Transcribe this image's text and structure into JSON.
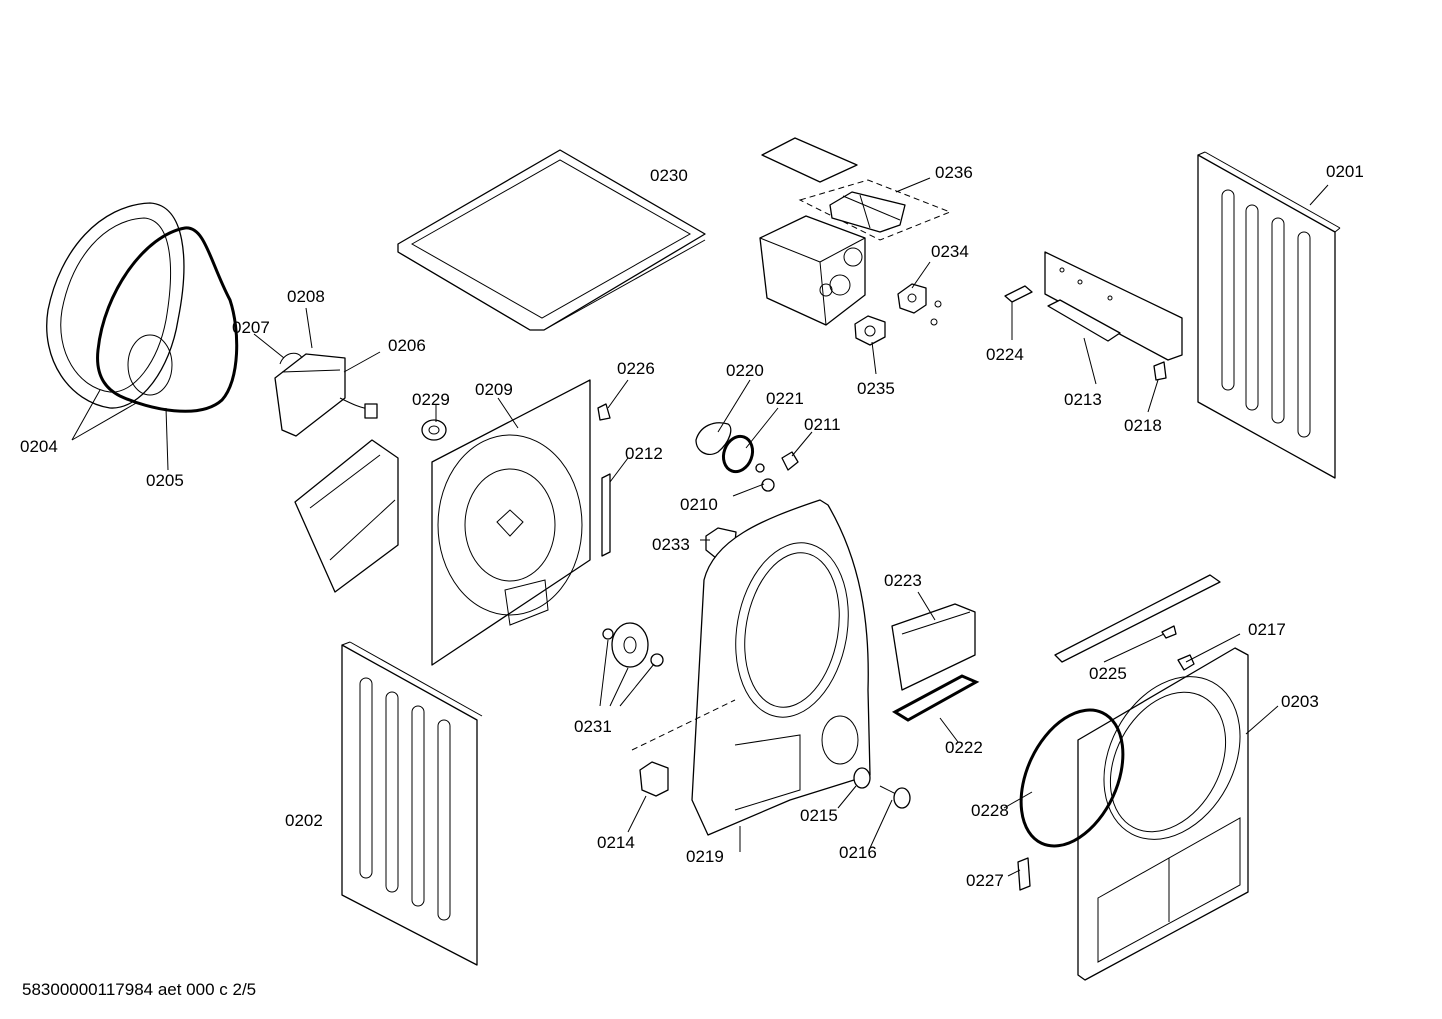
{
  "diagram": {
    "type": "exploded-parts-diagram",
    "callouts": {
      "p0201": "0201",
      "p0202": "0202",
      "p0203": "0203",
      "p0204": "0204",
      "p0205": "0205",
      "p0206": "0206",
      "p0207": "0207",
      "p0208": "0208",
      "p0209": "0209",
      "p0210": "0210",
      "p0211": "0211",
      "p0212": "0212",
      "p0213": "0213",
      "p0214": "0214",
      "p0215": "0215",
      "p0216": "0216",
      "p0217": "0217",
      "p0218": "0218",
      "p0219": "0219",
      "p0220": "0220",
      "p0221": "0221",
      "p0222": "0222",
      "p0223": "0223",
      "p0224": "0224",
      "p0225": "0225",
      "p0226": "0226",
      "p0227": "0227",
      "p0228": "0228",
      "p0229": "0229",
      "p0230": "0230",
      "p0231": "0231",
      "p0233": "0233",
      "p0234": "0234",
      "p0235": "0235",
      "p0236": "0236"
    },
    "footer_text": "58300000117984 aet 000 c 2/5"
  }
}
